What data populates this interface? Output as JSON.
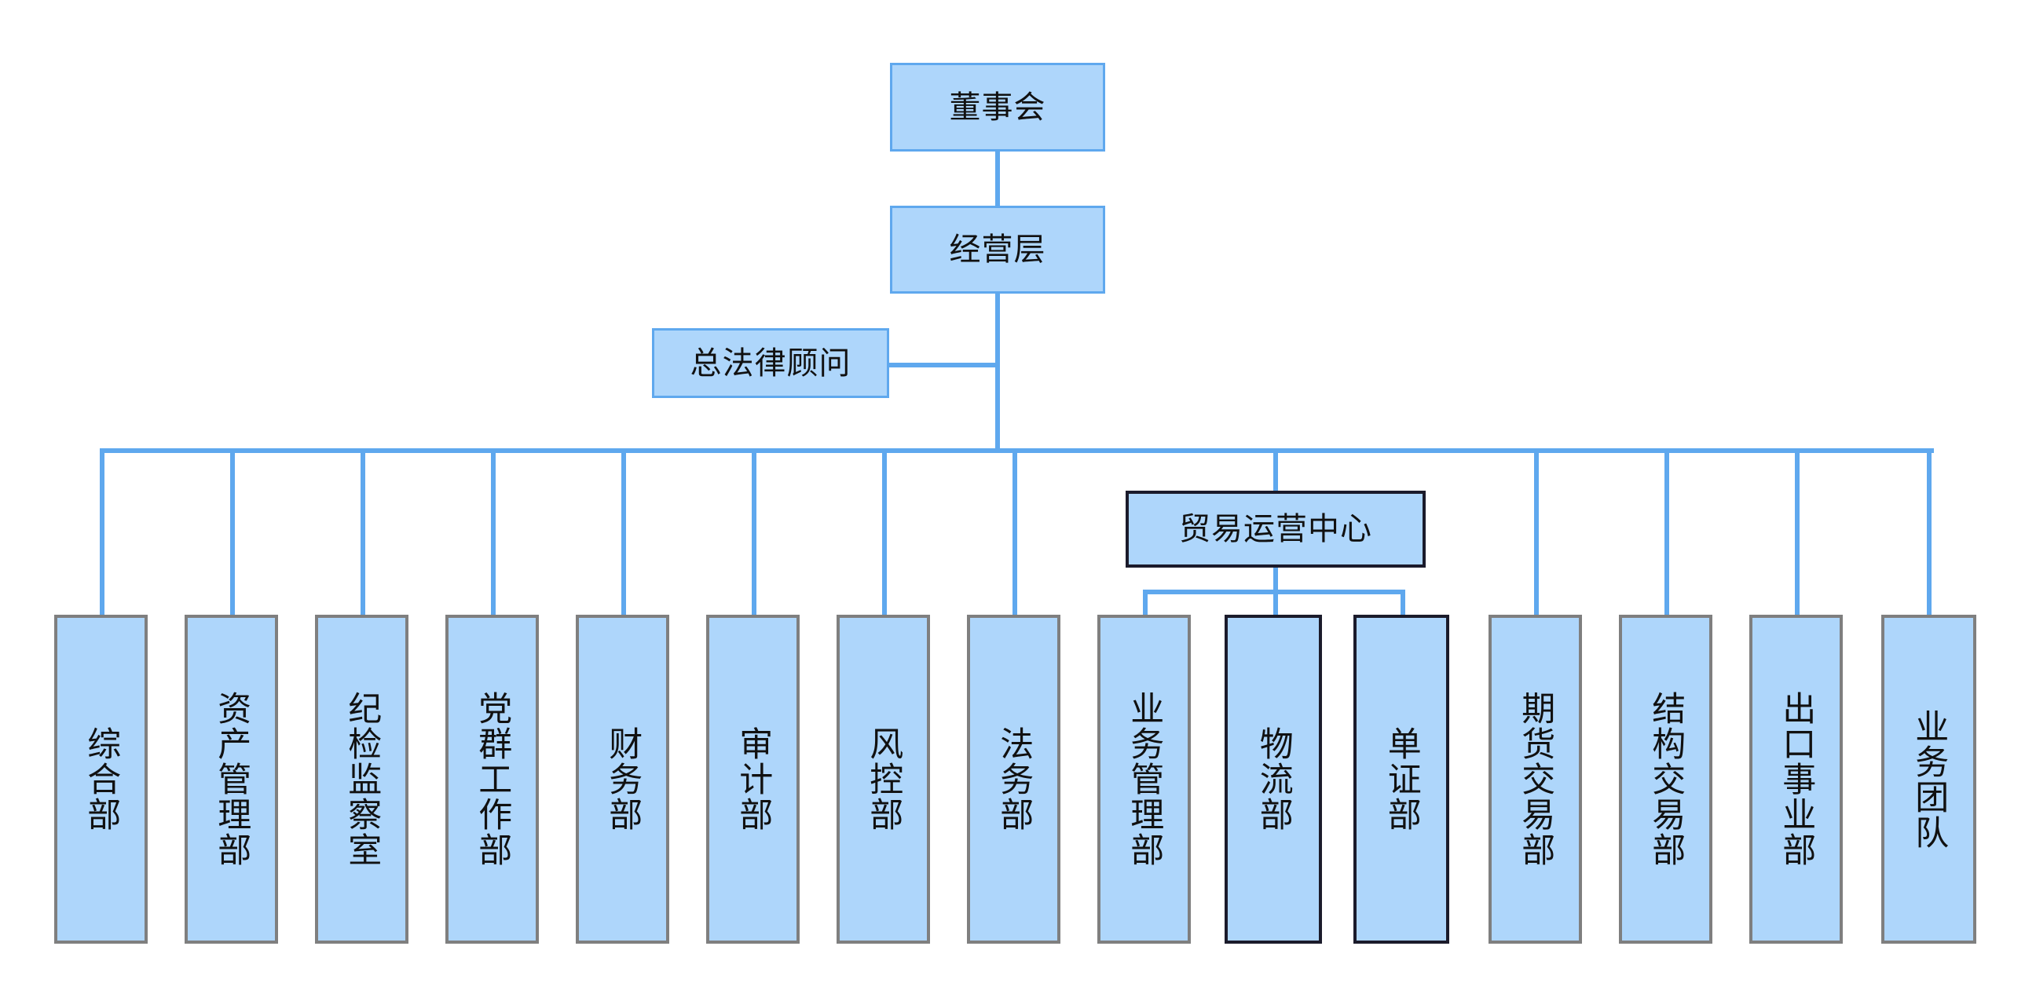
{
  "diagram": {
    "title_text": "",
    "type": "organization-chart",
    "orientation": "top-down",
    "colors": {
      "node_fill": "#aed6fb",
      "connector": "#5fa8ee",
      "border_light": "#5fa8ee",
      "border_gray": "#7f7f7f",
      "border_dark": "#1b1b2b",
      "background": "#ffffff",
      "text": "#111111"
    },
    "nodes": {
      "board": {
        "label": "董事会",
        "level": 1,
        "border": "blue",
        "text_flow": "horizontal"
      },
      "management": {
        "label": "经营层",
        "level": 2,
        "border": "blue",
        "text_flow": "horizontal"
      },
      "legal_counsel": {
        "label": "总法律顾问",
        "level": 3,
        "border": "blue",
        "text_flow": "horizontal"
      },
      "trade_center": {
        "label": "贸易运营中心",
        "level": 4,
        "border": "dark",
        "text_flow": "horizontal"
      }
    },
    "departments": [
      {
        "id": "general-affairs",
        "label": "综合部",
        "border": "gray",
        "parent": "management"
      },
      {
        "id": "asset-management",
        "label": "资产管理部",
        "border": "gray",
        "parent": "management"
      },
      {
        "id": "discipline-inspection",
        "label": "纪检监察室",
        "border": "gray",
        "parent": "management"
      },
      {
        "id": "party-mass-work",
        "label": "党群工作部",
        "border": "gray",
        "parent": "management"
      },
      {
        "id": "finance",
        "label": "财务部",
        "border": "gray",
        "parent": "management"
      },
      {
        "id": "audit",
        "label": "审计部",
        "border": "gray",
        "parent": "management"
      },
      {
        "id": "risk-control",
        "label": "风控部",
        "border": "gray",
        "parent": "management"
      },
      {
        "id": "legal-affairs",
        "label": "法务部",
        "border": "gray",
        "parent": "management"
      },
      {
        "id": "business-management",
        "label": "业务管理部",
        "border": "gray",
        "parent": "trade_center"
      },
      {
        "id": "logistics",
        "label": "物流部",
        "border": "dark",
        "parent": "trade_center"
      },
      {
        "id": "documentation",
        "label": "单证部",
        "border": "dark",
        "parent": "trade_center"
      },
      {
        "id": "futures-trading",
        "label": "期货交易部",
        "border": "gray",
        "parent": "management"
      },
      {
        "id": "structured-trading",
        "label": "结构交易部",
        "border": "gray",
        "parent": "management"
      },
      {
        "id": "export-division",
        "label": "出口事业部",
        "border": "gray",
        "parent": "management"
      },
      {
        "id": "business-team",
        "label": "业务团队",
        "border": "gray",
        "parent": "management"
      }
    ]
  }
}
